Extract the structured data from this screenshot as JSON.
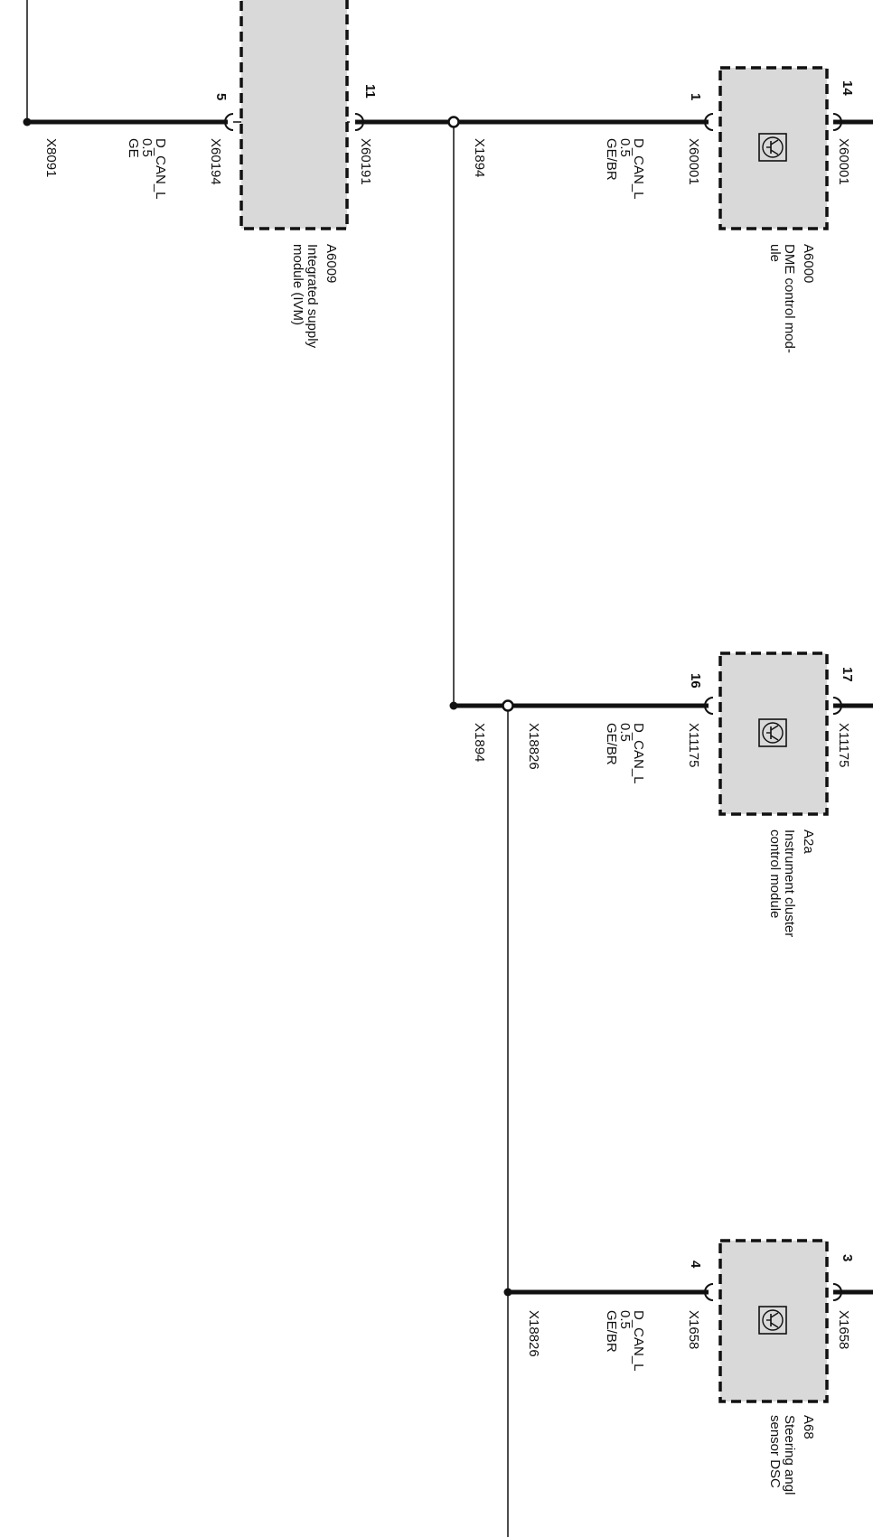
{
  "modules": {
    "ivm": {
      "id": "A6009",
      "name_lines": [
        "Integrated supply",
        "module (IVM)"
      ],
      "connector_left": "X60194",
      "pin_left": "5",
      "connector_right": "X60191",
      "pin_right": "11"
    },
    "dme": {
      "id": "A6000",
      "name_lines": [
        "DME control mod-",
        "ule"
      ],
      "connector_left": "X60001",
      "pin_left": "1",
      "connector_right": "X60001",
      "pin_right": "14"
    },
    "ic": {
      "id": "A2a",
      "name_lines": [
        "Instrument cluster",
        "control module"
      ],
      "connector_left": "X11175",
      "pin_left": "16",
      "connector_right": "X11175",
      "pin_right": "17"
    },
    "sas": {
      "id": "A68",
      "name_lines": [
        "Steering angl",
        "sensor DSC"
      ],
      "connector_left": "X1658",
      "pin_left": "4",
      "connector_right": "X1658",
      "pin_right": "3"
    }
  },
  "wires": {
    "w1": {
      "lines": [
        "D_CAN_L",
        "0.5",
        "GE"
      ]
    },
    "w2": {
      "lines": [
        "D_CAN_L",
        "0.5",
        "GE/BR"
      ]
    },
    "w3": {
      "lines": [
        "D_CAN_L",
        "0.5",
        "GE/BR"
      ]
    },
    "w4": {
      "lines": [
        "D_CAN_L",
        "0.5",
        "GE/BR"
      ]
    }
  },
  "splices": {
    "s1": "X8091",
    "s2": "X1894",
    "s3": "X1894",
    "s4": "X18826",
    "s5": "X18826"
  },
  "colors": {
    "line": "#111111",
    "module_fill": "#d9d9d9"
  }
}
